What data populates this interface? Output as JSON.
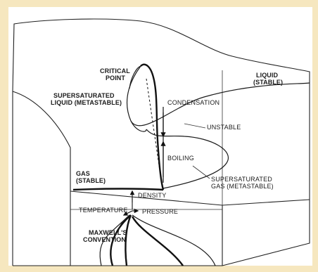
{
  "labels": {
    "critical_point_1": "CRITICAL",
    "critical_point_2": "POINT",
    "liquid_stable_1": "LIQUID",
    "liquid_stable_2": "(STABLE)",
    "supersat_liquid_1": "SUPERSATURATED",
    "supersat_liquid_2": "LIQUID (METASTABLE)",
    "condensation": "CONDENSATION",
    "unstable": "UNSTABLE",
    "boiling": "BOILING",
    "gas_stable_1": "GAS",
    "gas_stable_2": "(STABLE)",
    "supersat_gas_1": "SUPERSATURATED",
    "supersat_gas_2": "GAS (METASTABLE)",
    "density": "DENSITY",
    "temperature": "TEMPERATURE",
    "pressure": "PRESSURE",
    "maxwell_1": "MAXWELL'S",
    "maxwell_2": "CONVENTION"
  },
  "colors": {
    "background": "#f6e7bf",
    "paper": "#ffffff",
    "ink": "#1a1a1a"
  }
}
